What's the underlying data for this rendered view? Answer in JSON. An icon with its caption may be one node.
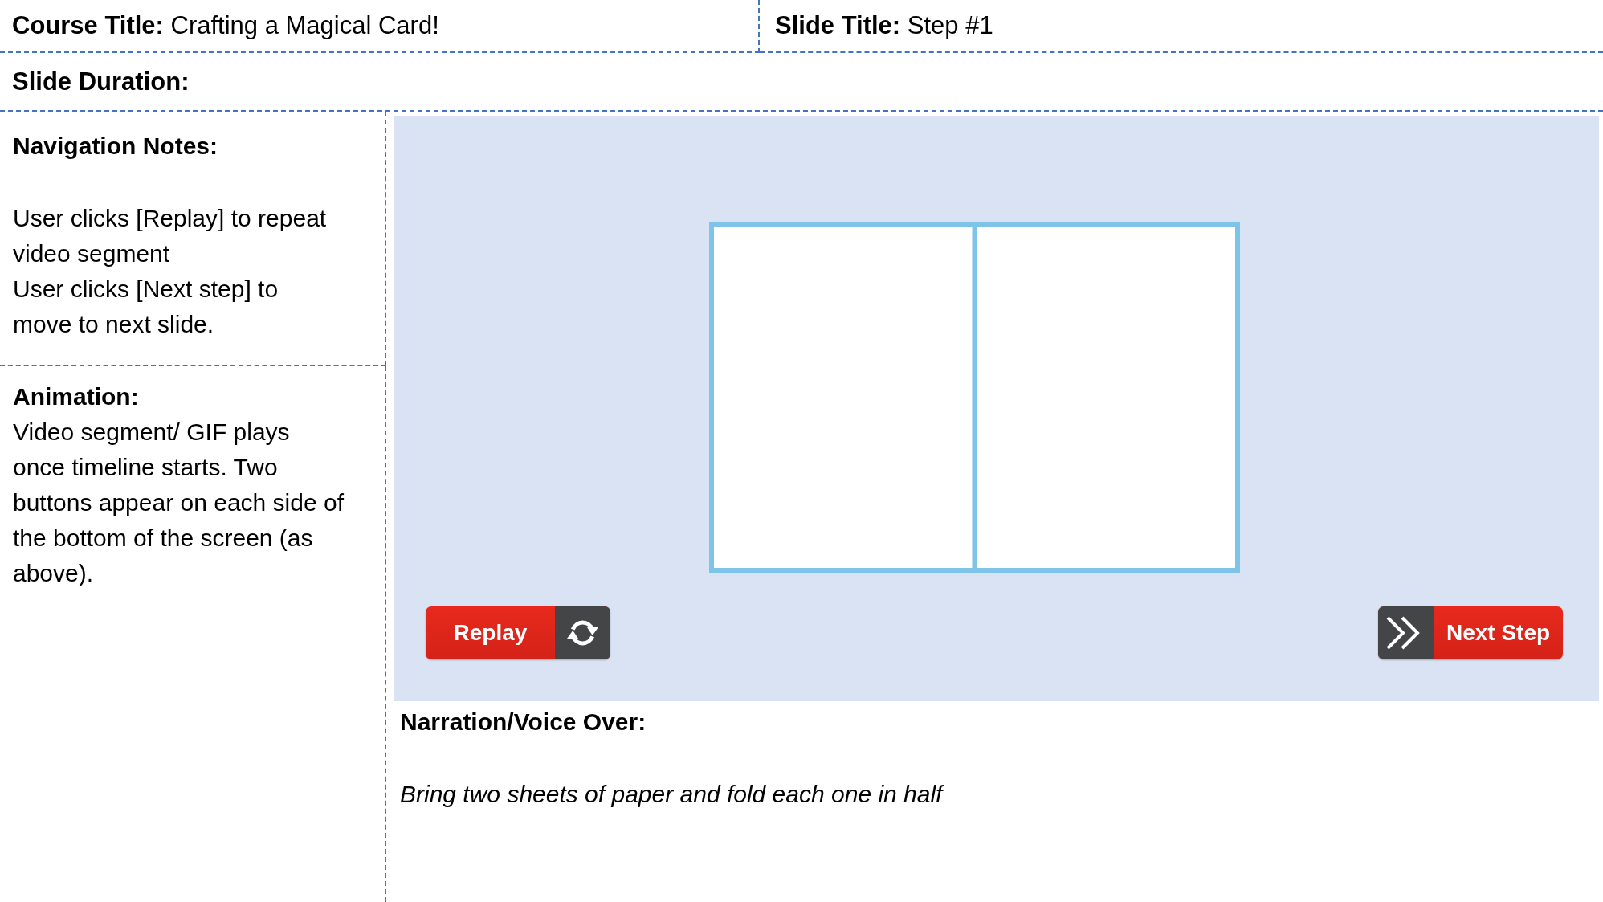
{
  "diagram": {
    "nodes": [
      {
        "text": [
          "**Course Title:** Crafting a Magical Card!"
        ]
      },
      {
        "text": [
          "**Slide Title:** Step #1"
        ]
      },
      {
        "text": [
          "Slide Duration:"
        ]
      },
      {
        "text": [
          "Navigation Notes:",
          "User clicks [Replay] to repeat video segment",
          "User clicks [Next step] to move to next slide."
        ]
      },
      {
        "text": [
          "Animation:",
          "Video segment/ GIF plays once timeline starts. Two buttons appear on each side of the bottom of the screen (as above)."
        ]
      },
      {
        "text": [],
        "shape": "box"
      },
      {
        "text": [
          "Replay"
        ],
        "in": 5
      },
      {
        "text": [
          "Next Step"
        ],
        "in": 5
      },
      {
        "text": [
          "Narration/Voice Over:",
          "Bring two sheets of paper and fold each one in half"
        ]
      }
    ]
  }
}
